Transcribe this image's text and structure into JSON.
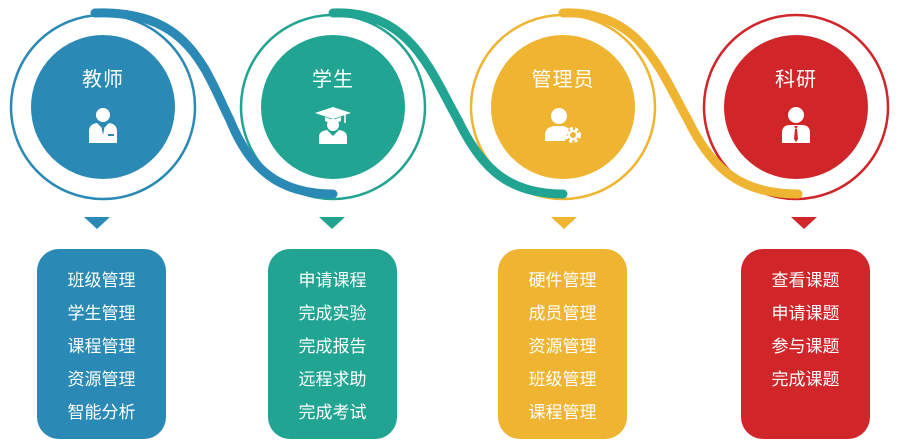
{
  "colors": {
    "blue": "#2a89b5",
    "teal": "#21a592",
    "yellow": "#efb431",
    "red": "#d0262a"
  },
  "columns": [
    {
      "key": "blue",
      "title": "教师",
      "icon": "teacher-icon",
      "items": [
        "班级管理",
        "学生管理",
        "课程管理",
        "资源管理",
        "智能分析"
      ]
    },
    {
      "key": "teal",
      "title": "学生",
      "icon": "graduate-icon",
      "items": [
        "申请课程",
        "完成实验",
        "完成报告",
        "远程求助",
        "完成考试"
      ]
    },
    {
      "key": "yellow",
      "title": "管理员",
      "icon": "admin-gear-icon",
      "items": [
        "硬件管理",
        "成员管理",
        "资源管理",
        "班级管理",
        "课程管理"
      ]
    },
    {
      "key": "red",
      "title": "科研",
      "icon": "researcher-icon",
      "items": [
        "查看课题",
        "申请课题",
        "参与课题",
        "完成课题"
      ]
    }
  ]
}
